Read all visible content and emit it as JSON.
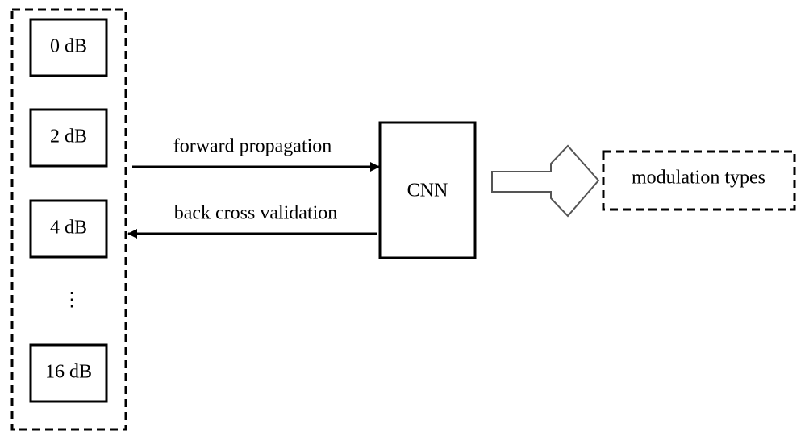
{
  "snr_levels": [
    "0 dB",
    "2 dB",
    "4 dB",
    "⋮",
    "16 dB"
  ],
  "arrows": {
    "forward": "forward propagation",
    "backward": "back cross validation"
  },
  "model": "CNN",
  "output": "modulation types",
  "colors": {
    "stroke": "#000000",
    "fill": "#ffffff",
    "hollow_arrow_stroke": "#555555"
  }
}
